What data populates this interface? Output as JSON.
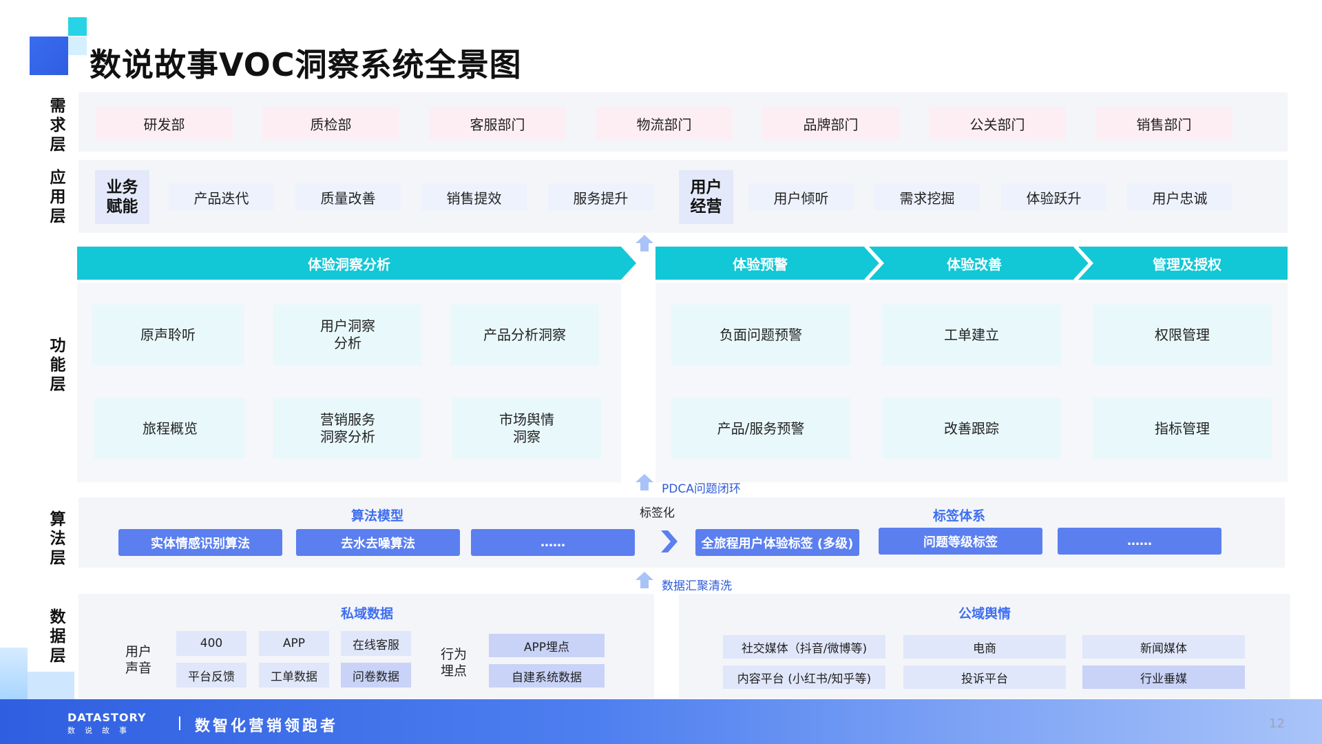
{
  "title": "数说故事VOC洞察系统全景图",
  "layers": {
    "demand": "需求层",
    "application": "应用层",
    "function": "功能层",
    "algorithm": "算法层",
    "data": "数据层"
  },
  "demand_items": [
    "研发部",
    "质检部",
    "客服部门",
    "物流部门",
    "品牌部门",
    "公关部门",
    "销售部门"
  ],
  "application": {
    "business_label": "业务赋能",
    "business_items": [
      "产品迭代",
      "质量改善",
      "销售提效",
      "服务提升"
    ],
    "user_label": "用户经营",
    "user_items": [
      "用户倾听",
      "需求挖掘",
      "体验跃升",
      "用户忠诚"
    ]
  },
  "function": {
    "stages": [
      "体验洞察分析",
      "体验预警",
      "体验改善",
      "管理及授权"
    ],
    "insight_items": [
      "原声聆听",
      "用户洞察分析",
      "产品分析洞察",
      "旅程概览",
      "营销服务洞察分析",
      "市场舆情洞察"
    ],
    "warning_items": [
      "负面问题预警",
      "产品/服务预警"
    ],
    "improve_items": [
      "工单建立",
      "改善跟踪"
    ],
    "manage_items": [
      "权限管理",
      "指标管理"
    ],
    "pdca_note": "PDCA问题闭环"
  },
  "algorithm": {
    "model_title": "算法模型",
    "model_items": [
      "实体情感识别算法",
      "去水去噪算法",
      "……"
    ],
    "tagging_label": "标签化",
    "tag_title": "标签体系",
    "tag_items": [
      "全旅程用户体验标签 (多级)",
      "问题等级标签",
      "……"
    ],
    "clean_note": "数据汇聚清洗"
  },
  "data": {
    "private_title": "私域数据",
    "voice_label": "用户声音",
    "voice_items": [
      "400",
      "APP",
      "在线客服",
      "平台反馈",
      "工单数据",
      "问卷数据"
    ],
    "behavior_label": "行为埋点",
    "behavior_items": [
      "APP埋点",
      "自建系统数据"
    ],
    "public_title": "公域舆情",
    "public_items": [
      "社交媒体（抖音/微博等)",
      "电商",
      "新闻媒体",
      "内容平台 (小红书/知乎等)",
      "投诉平台",
      "行业垂媒"
    ]
  },
  "footer": {
    "logo": "DATASTORY",
    "logo_sub": "数说故事",
    "slogan": "数智化营销领跑者",
    "page": "12"
  }
}
